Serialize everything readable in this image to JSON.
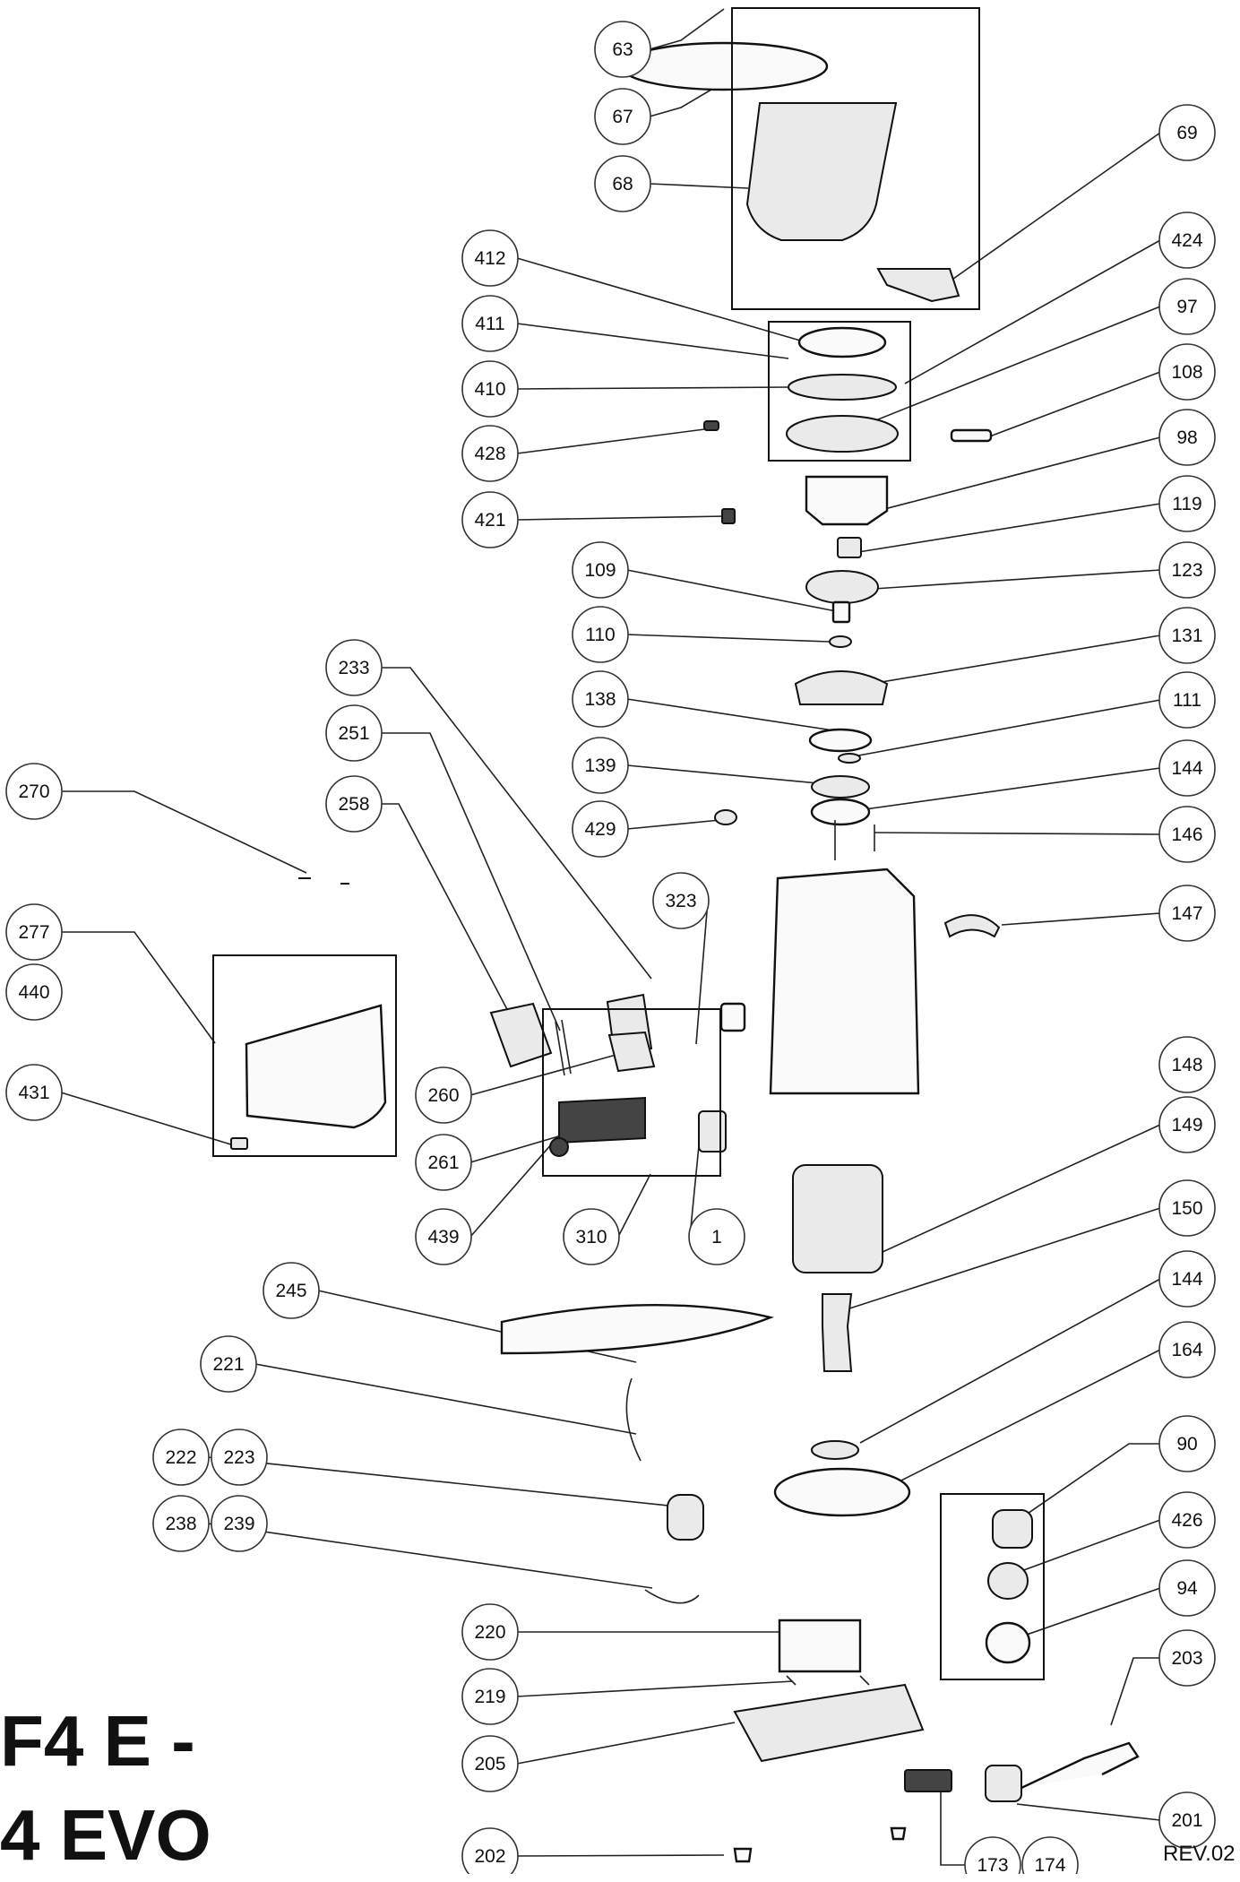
{
  "title_lines": [
    "F4 E -",
    "4 EVO"
  ],
  "revision": "REV.02",
  "callouts": [
    {
      "label": "63"
    },
    {
      "label": "67"
    },
    {
      "label": "68"
    },
    {
      "label": "69"
    },
    {
      "label": "412"
    },
    {
      "label": "424"
    },
    {
      "label": "411"
    },
    {
      "label": "97"
    },
    {
      "label": "410"
    },
    {
      "label": "108"
    },
    {
      "label": "428"
    },
    {
      "label": "98"
    },
    {
      "label": "421"
    },
    {
      "label": "119"
    },
    {
      "label": "109"
    },
    {
      "label": "123"
    },
    {
      "label": "110"
    },
    {
      "label": "131"
    },
    {
      "label": "233"
    },
    {
      "label": "138"
    },
    {
      "label": "111"
    },
    {
      "label": "251"
    },
    {
      "label": "139"
    },
    {
      "label": "144"
    },
    {
      "label": "270"
    },
    {
      "label": "258"
    },
    {
      "label": "429"
    },
    {
      "label": "146"
    },
    {
      "label": "323"
    },
    {
      "label": "147"
    },
    {
      "label": "277"
    },
    {
      "label": "440"
    },
    {
      "label": "148"
    },
    {
      "label": "431"
    },
    {
      "label": "260"
    },
    {
      "label": "149"
    },
    {
      "label": "261"
    },
    {
      "label": "439"
    },
    {
      "label": "310"
    },
    {
      "label": "1"
    },
    {
      "label": "150"
    },
    {
      "label": "245"
    },
    {
      "label": "144"
    },
    {
      "label": "221"
    },
    {
      "label": "164"
    },
    {
      "label": "222"
    },
    {
      "label": "223"
    },
    {
      "label": "90"
    },
    {
      "label": "238"
    },
    {
      "label": "239"
    },
    {
      "label": "426"
    },
    {
      "label": "94"
    },
    {
      "label": "220"
    },
    {
      "label": "203"
    },
    {
      "label": "219"
    },
    {
      "label": "205"
    },
    {
      "label": "201"
    },
    {
      "label": "202"
    },
    {
      "label": "173"
    },
    {
      "label": "174"
    }
  ],
  "parts": [
    {
      "icon": "hopper-lid-icon"
    },
    {
      "icon": "hopper-bowl-icon"
    },
    {
      "icon": "hopper-gate-icon"
    },
    {
      "icon": "ring-nut-icon"
    },
    {
      "icon": "ring-gasket-icon"
    },
    {
      "icon": "burr-carrier-icon"
    },
    {
      "icon": "pin-icon"
    },
    {
      "icon": "screw-icon"
    },
    {
      "icon": "clip-icon"
    },
    {
      "icon": "upper-burr-icon"
    },
    {
      "icon": "screws-icon"
    },
    {
      "icon": "lower-burr-icon"
    },
    {
      "icon": "bolt-icon"
    },
    {
      "icon": "washer-icon"
    },
    {
      "icon": "fan-icon"
    },
    {
      "icon": "disc-icon"
    },
    {
      "icon": "o-ring-icon"
    },
    {
      "icon": "disc-icon"
    },
    {
      "icon": "bearing-icon"
    },
    {
      "icon": "springs-icon"
    },
    {
      "icon": "screw-icon"
    },
    {
      "icon": "grinder-body-icon"
    },
    {
      "icon": "cover-plate-icon"
    },
    {
      "icon": "spout-icon"
    },
    {
      "icon": "brush-icon"
    },
    {
      "icon": "cover-plate-icon"
    },
    {
      "icon": "washers-icon"
    },
    {
      "icon": "display-housing-icon"
    },
    {
      "icon": "small-part-icon"
    },
    {
      "icon": "fork-holder-icon"
    },
    {
      "icon": "fork-icon"
    },
    {
      "icon": "bush-icon"
    },
    {
      "icon": "microswitch-icon"
    },
    {
      "icon": "clip-icon"
    },
    {
      "icon": "stator-icon"
    },
    {
      "icon": "rotor-icon"
    },
    {
      "icon": "base-gasket-icon"
    },
    {
      "icon": "wire-harness-icon"
    },
    {
      "icon": "bearing-icon"
    },
    {
      "icon": "motor-flange-icon"
    },
    {
      "icon": "switch-icon"
    },
    {
      "icon": "bracket-icon"
    },
    {
      "icon": "knob-icon"
    },
    {
      "icon": "plate-icon"
    },
    {
      "icon": "button-icon"
    },
    {
      "icon": "control-board-icon"
    },
    {
      "icon": "standoff-icon"
    },
    {
      "icon": "base-plate-icon"
    },
    {
      "icon": "feet-icon"
    },
    {
      "icon": "terminal-block-icon"
    },
    {
      "icon": "cable-gland-icon"
    },
    {
      "icon": "power-plug-icon"
    }
  ]
}
